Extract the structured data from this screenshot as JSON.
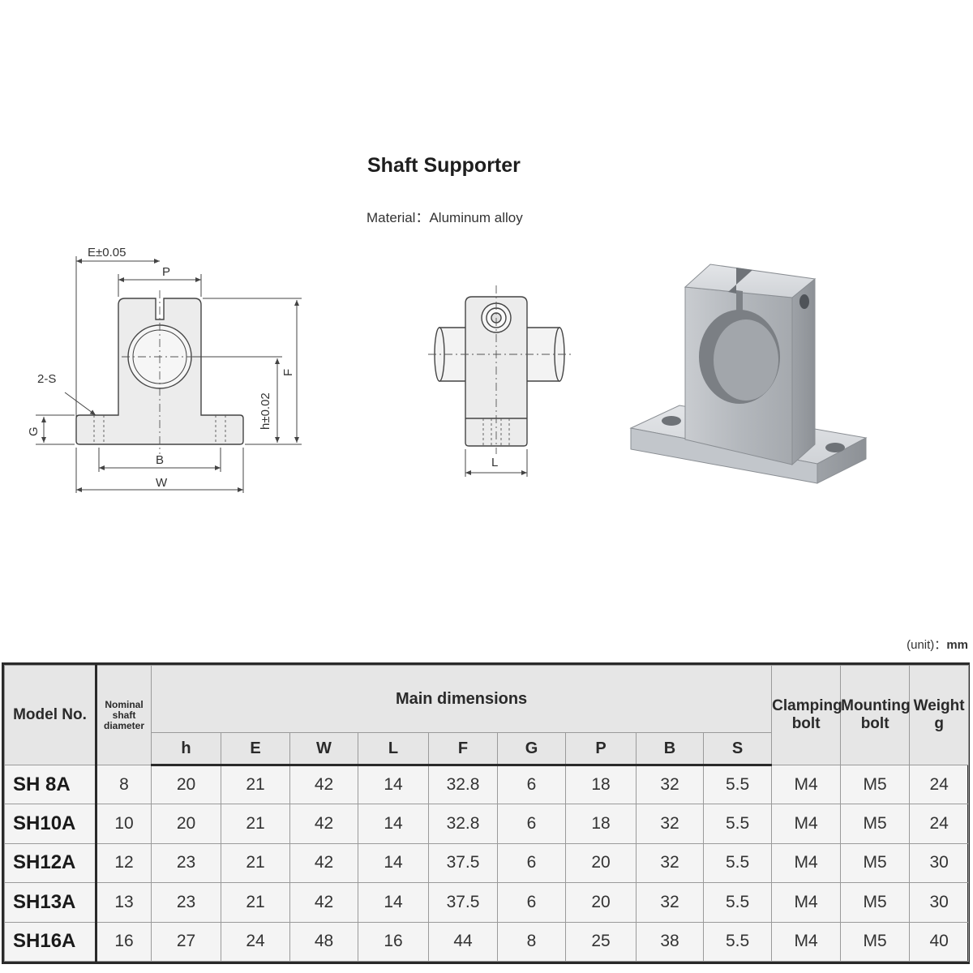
{
  "title": "Shaft Supporter",
  "material": "Material：Aluminum alloy",
  "unit": {
    "prefix": "(unit)：",
    "value": "mm"
  },
  "drawing_labels": {
    "e_tol": "E±0.05",
    "p": "P",
    "s": "2-S",
    "g": "G",
    "h_tol": "h±0.02",
    "f": "F",
    "b": "B",
    "w": "W",
    "l": "L"
  },
  "table": {
    "model_header": "Model No.",
    "shaft_header": [
      "Nominal",
      "shaft",
      "diameter"
    ],
    "main_header": "Main dimensions",
    "dim_headers": [
      "h",
      "E",
      "W",
      "L",
      "F",
      "G",
      "P",
      "B",
      "S"
    ],
    "clamp_header": [
      "Clamping",
      "bolt"
    ],
    "mount_header": [
      "Mounting",
      "bolt"
    ],
    "weight_header": [
      "Weight",
      "g"
    ],
    "rows": [
      {
        "model": "SH 8A",
        "d": "8",
        "dims": [
          "20",
          "21",
          "42",
          "14",
          "32.8",
          "6",
          "18",
          "32",
          "5.5"
        ],
        "clamp": "M4",
        "mount": "M5",
        "weight": "24"
      },
      {
        "model": "SH10A",
        "d": "10",
        "dims": [
          "20",
          "21",
          "42",
          "14",
          "32.8",
          "6",
          "18",
          "32",
          "5.5"
        ],
        "clamp": "M4",
        "mount": "M5",
        "weight": "24"
      },
      {
        "model": "SH12A",
        "d": "12",
        "dims": [
          "23",
          "21",
          "42",
          "14",
          "37.5",
          "6",
          "20",
          "32",
          "5.5"
        ],
        "clamp": "M4",
        "mount": "M5",
        "weight": "30"
      },
      {
        "model": "SH13A",
        "d": "13",
        "dims": [
          "23",
          "21",
          "42",
          "14",
          "37.5",
          "6",
          "20",
          "32",
          "5.5"
        ],
        "clamp": "M4",
        "mount": "M5",
        "weight": "30"
      },
      {
        "model": "SH16A",
        "d": "16",
        "dims": [
          "27",
          "24",
          "48",
          "16",
          "44",
          "8",
          "25",
          "38",
          "5.5"
        ],
        "clamp": "M4",
        "mount": "M5",
        "weight": "40"
      }
    ]
  }
}
